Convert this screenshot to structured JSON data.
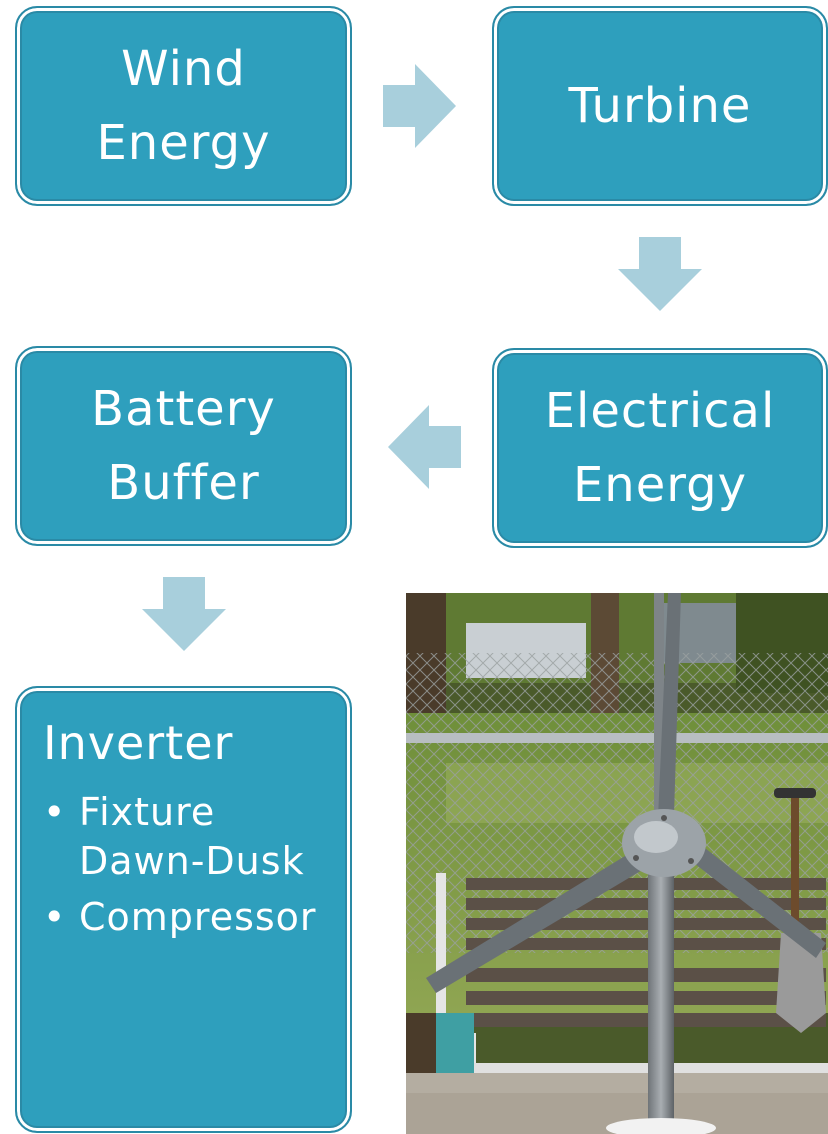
{
  "flow": {
    "wind": {
      "line1": "Wind",
      "line2": "Energy"
    },
    "turbine": {
      "line1": "Turbine"
    },
    "electrical": {
      "line1": "Electrical",
      "line2": "Energy"
    },
    "battery": {
      "line1": "Battery",
      "line2": "Buffer"
    },
    "inverter": {
      "title": "Inverter",
      "bullets": [
        {
          "line1": "Fixture",
          "line2": "Dawn-Dusk"
        },
        {
          "line1": "Compressor"
        }
      ],
      "bullet_symbol": "•"
    }
  },
  "colors": {
    "box_fill": "#2e9fbd",
    "box_border": "#2a8aa6",
    "arrow": "#a8cfdc",
    "text": "#ffffff"
  },
  "photo": {
    "subject": "small wind turbine on pole in backyard",
    "icon": "wind-turbine-photo"
  }
}
